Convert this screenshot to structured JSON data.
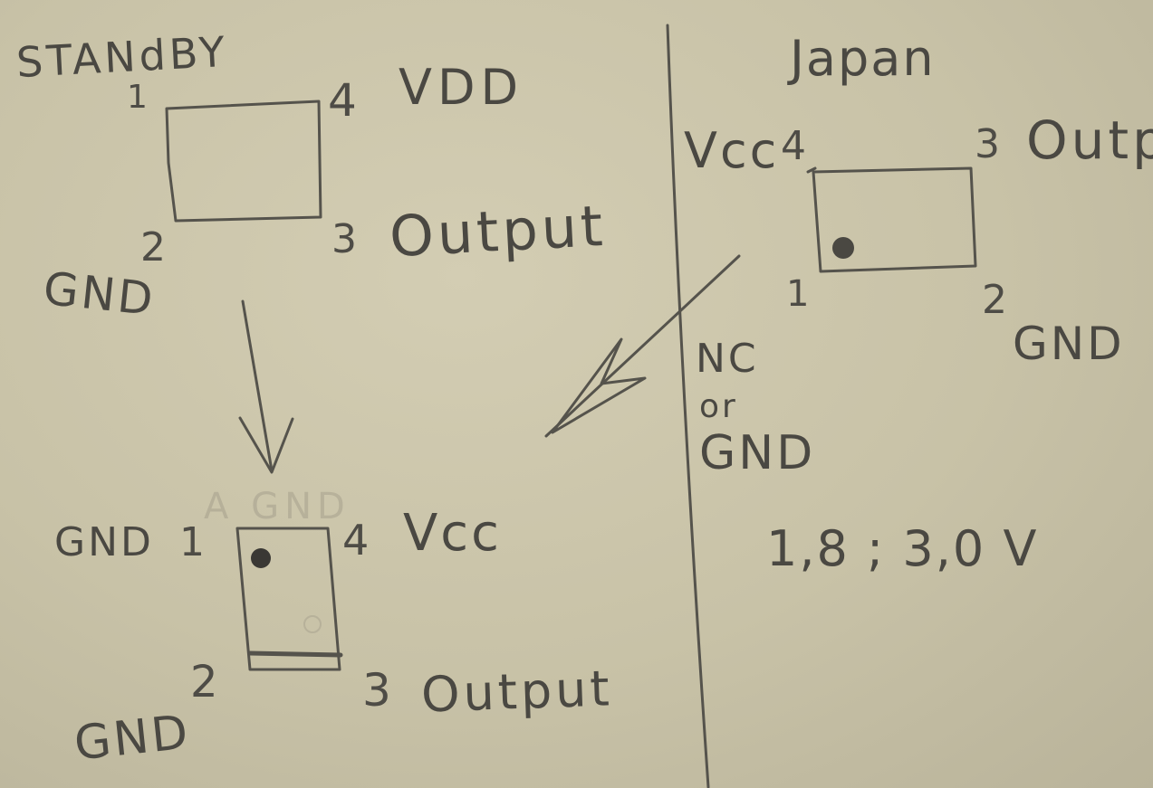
{
  "standby": {
    "title": "STANdBY",
    "top_chip": {
      "pin1": "1",
      "pin4": "4",
      "pin4_label": "VDD",
      "pin2": "2",
      "pin2_label": "GND",
      "pin3": "3",
      "pin3_label": "Output"
    },
    "bottom_chip": {
      "pin1_label": "GND",
      "pin1": "1",
      "pin4": "4",
      "pin4_label": "Vcc",
      "pin2": "2",
      "pin2_label": "GND",
      "pin3": "3",
      "pin3_label": "Output"
    }
  },
  "japan": {
    "title": "Japan",
    "chip": {
      "pin4_label": "Vcc",
      "pin4": "4",
      "pin3": "3",
      "pin3_label": "Outp",
      "pin1": "1",
      "pin2": "2",
      "pin2_label": "GND"
    },
    "nc_note": {
      "line1": "NC",
      "line2": "or",
      "line3": "GND"
    },
    "voltage": "1,8 ; 3,0 V"
  },
  "faint_text": "A GND",
  "colors": {
    "paper": "#cbc5aa",
    "pencil": "#4a4842"
  }
}
